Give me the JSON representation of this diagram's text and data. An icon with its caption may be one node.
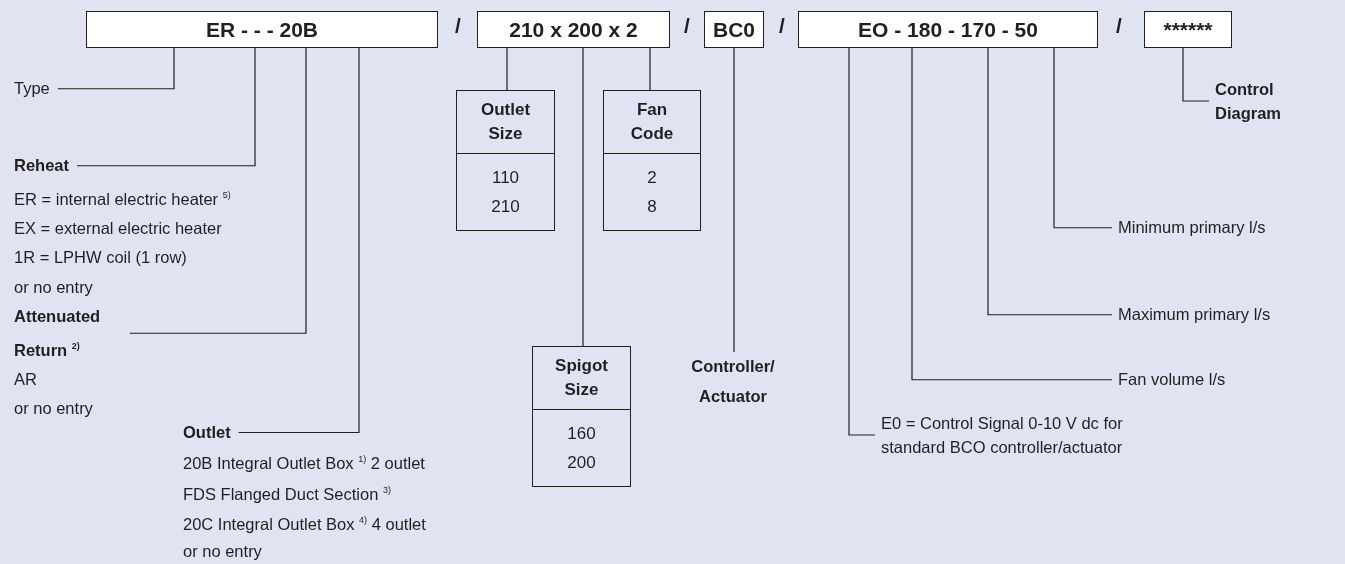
{
  "diagram": {
    "nodes": [
      {
        "text": [
          "ER - - - 20B"
        ]
      },
      {
        "text": [
          "210 x 200 x 2"
        ]
      },
      {
        "text": [
          "BC0"
        ]
      },
      {
        "text": [
          "EO - 180 - 170 - 50"
        ]
      },
      {
        "text": [
          "******"
        ]
      },
      {
        "text": [
          "Type"
        ]
      },
      {
        "text": [
          "Reheat",
          "ER = internal electric heater $^{5)}$",
          "EX = external electric heater",
          "1R = LPHW coil (1 row)",
          "or no entry"
        ]
      },
      {
        "text": [
          "Attenuated Return $^{2)}$",
          "AR",
          "or no entry"
        ]
      },
      {
        "text": [
          "Outlet",
          "20B Integral Outlet Box $^{1)}$ 2 outlet",
          "FDS Flanged Duct Section $^{3)}$",
          "20C Integral Outlet Box $^{4)}$ 4 outlet",
          "or no entry"
        ]
      },
      {
        "text": [
          "Outlet Size",
          "110",
          "210"
        ]
      },
      {
        "text": [
          "Fan Code",
          "2",
          "8"
        ]
      },
      {
        "text": [
          "Spigot Size",
          "160",
          "200"
        ]
      },
      {
        "text": [
          "Controller/ Actuator"
        ]
      },
      {
        "text": [
          "E0 = Control Signal  0-10 V dc for standard BCO controller/actuator"
        ]
      },
      {
        "text": [
          "Fan volume l/s"
        ]
      },
      {
        "text": [
          "Maximum primary l/s"
        ]
      },
      {
        "text": [
          "Minimum primary l/s"
        ]
      },
      {
        "text": [
          "Control Diagram"
        ]
      }
    ],
    "edges": [
      {
        "from": 5,
        "to": 0,
        "arrow": "none"
      },
      {
        "from": 6,
        "to": 0,
        "arrow": "none"
      },
      {
        "from": 7,
        "to": 0,
        "arrow": "none"
      },
      {
        "from": 8,
        "to": 0,
        "arrow": "none"
      },
      {
        "from": 9,
        "to": 1,
        "arrow": "none"
      },
      {
        "from": 10,
        "to": 1,
        "arrow": "none"
      },
      {
        "from": 11,
        "to": 1,
        "arrow": "none"
      },
      {
        "from": 12,
        "to": 2,
        "arrow": "none"
      },
      {
        "from": 13,
        "to": 3,
        "arrow": "none"
      },
      {
        "from": 14,
        "to": 3,
        "arrow": "none"
      },
      {
        "from": 15,
        "to": 3,
        "arrow": "none"
      },
      {
        "from": 16,
        "to": 3,
        "arrow": "none"
      },
      {
        "from": 17,
        "to": 4,
        "arrow": "none"
      }
    ],
    "labels": [
      "/",
      "/",
      "/",
      "/"
    ]
  }
}
